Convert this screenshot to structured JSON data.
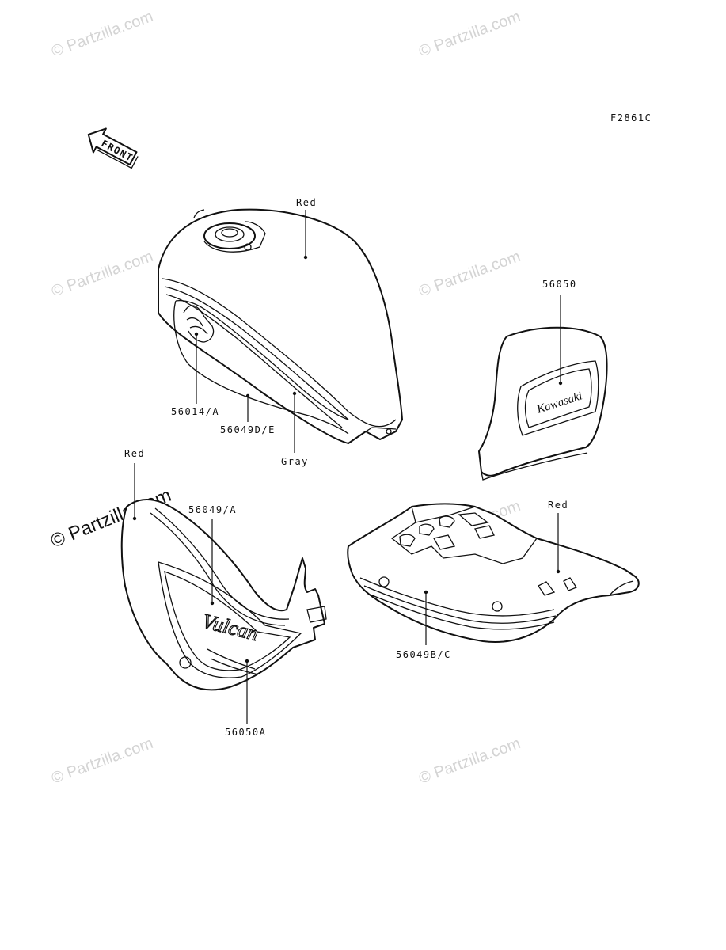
{
  "figure_code": "F2861C",
  "front_arrow_label": "FRONT",
  "watermark_text": "© Partzilla.com",
  "tank_logo_text": "",
  "cover_logo_text": "Kawasaki",
  "side_cover_logo_text": "Vulcan",
  "callouts": {
    "tank_color_top": "Red",
    "tank_emblem": "56014/A",
    "tank_stripe": "56049D/E",
    "tank_color_bottom": "Gray",
    "seat_cover_emblem": "56050",
    "side_cover_color": "Red",
    "side_cover_stripe": "56049/A",
    "side_cover_emblem": "56050A",
    "fender_color": "Red",
    "fender_stripe": "56049B/C"
  },
  "colors": {
    "line": "#111111",
    "watermark": "#d4d4d4",
    "background": "#ffffff"
  }
}
